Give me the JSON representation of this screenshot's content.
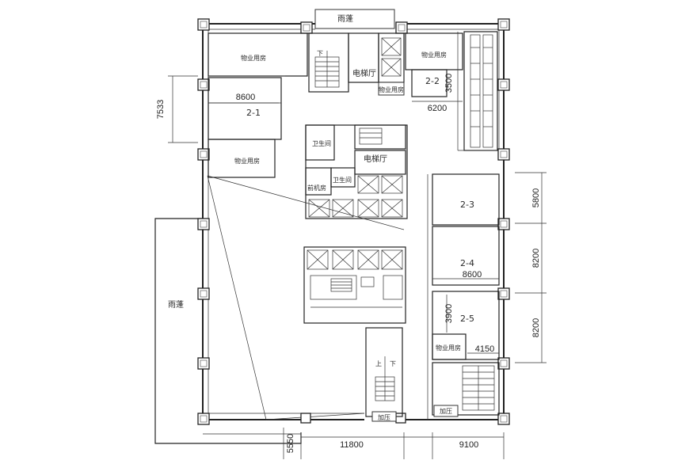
{
  "canopy": {
    "top": "雨蓬",
    "left": "雨蓬"
  },
  "rooms": {
    "property_top_left": "物业用房",
    "property_top_right": "物业用房",
    "property_left": "物业用房",
    "property_bottom_right": "物业用房",
    "elevator_hall_top": "电梯厅",
    "elevator_hall_mid": "电梯厅",
    "restroom_a": "卫生间",
    "restroom_b": "卫生间",
    "small_label_top": "物业用房",
    "small_label_left_core": "前机房",
    "unit_2_1": "2-1",
    "unit_2_2": "2-2",
    "unit_2_3": "2-3",
    "unit_2_4": "2-4",
    "unit_2_5": "2-5",
    "stair_up_a": "下",
    "stair_up_b": "上",
    "stair_down_b": "下",
    "stair_label_bottom": "加压",
    "stair_label_bottom_right": "加压"
  },
  "dimensions": {
    "d_8600_top": "8600",
    "d_7533": "7533",
    "d_3500": "3500",
    "d_6200": "6200",
    "d_5800": "5800",
    "d_8200_a": "8200",
    "d_8600_mid": "8600",
    "d_8200_b": "8200",
    "d_3900": "3900",
    "d_4150": "4150",
    "d_5550": "5550",
    "d_11800": "11800",
    "d_9100": "9100"
  }
}
